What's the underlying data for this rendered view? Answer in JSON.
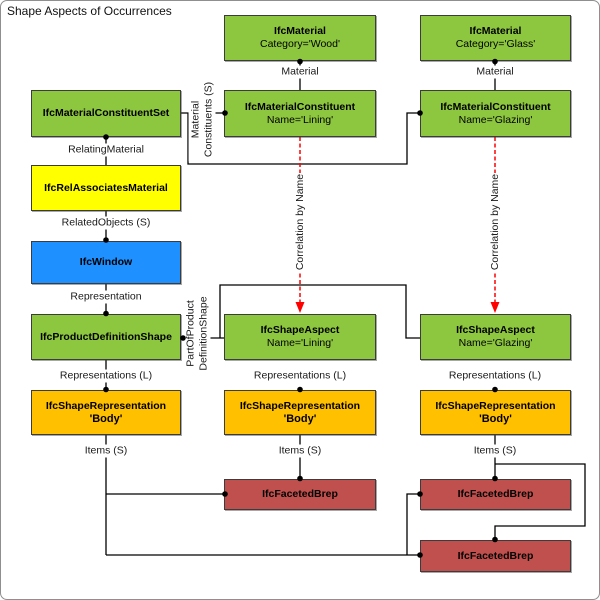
{
  "figure_title": "Shape Aspects of Occurrences",
  "colors": {
    "green": "#8DC63F",
    "yellow": "#FFFF00",
    "blue": "#1E90FF",
    "orange": "#FFC000",
    "red_box": "#C0504D",
    "line": "#000000",
    "red_line": "#FF0000",
    "box_border": "#3C3C3C"
  },
  "nodes": {
    "material_wood": {
      "title": "IfcMaterial",
      "subtitle": "Category='Wood'"
    },
    "material_glass": {
      "title": "IfcMaterial",
      "subtitle": "Category='Glass'"
    },
    "material_constituent_set": {
      "title": "IfcMaterialConstituentSet"
    },
    "material_constituent_lining": {
      "title": "IfcMaterialConstituent",
      "subtitle": "Name='Lining'"
    },
    "material_constituent_glazing": {
      "title": "IfcMaterialConstituent",
      "subtitle": "Name='Glazing'"
    },
    "rel_associates_material": {
      "title": "IfcRelAssociatesMaterial"
    },
    "window": {
      "title": "IfcWindow"
    },
    "product_definition_shape": {
      "title": "IfcProductDefinitionShape"
    },
    "shape_aspect_lining": {
      "title": "IfcShapeAspect",
      "subtitle": "Name='Lining'"
    },
    "shape_aspect_glazing": {
      "title": "IfcShapeAspect",
      "subtitle": "Name='Glazing'"
    },
    "shape_representation_window": {
      "title": "IfcShapeRepresentation",
      "subtitle": "'Body'"
    },
    "shape_representation_lining": {
      "title": "IfcShapeRepresentation",
      "subtitle": "'Body'"
    },
    "shape_representation_glazing": {
      "title": "IfcShapeRepresentation",
      "subtitle": "'Body'"
    },
    "faceted_brep_lining": {
      "title": "IfcFacetedBrep"
    },
    "faceted_brep_glazing_1": {
      "title": "IfcFacetedBrep"
    },
    "faceted_brep_glazing_2": {
      "title": "IfcFacetedBrep"
    }
  },
  "edge_labels": {
    "material": "Material",
    "relating_material": "RelatingMaterial",
    "related_objects": "RelatedObjects (S)",
    "representation": "Representation",
    "representations": "Representations (L)",
    "items": "Items (S)",
    "material_constituents_line1": "Material",
    "material_constituents_line2": "Constituents (S)",
    "part_of_line1": "PartOfProduct",
    "part_of_line2": "DefinitionShape",
    "correlation": "Correlation by Name"
  }
}
